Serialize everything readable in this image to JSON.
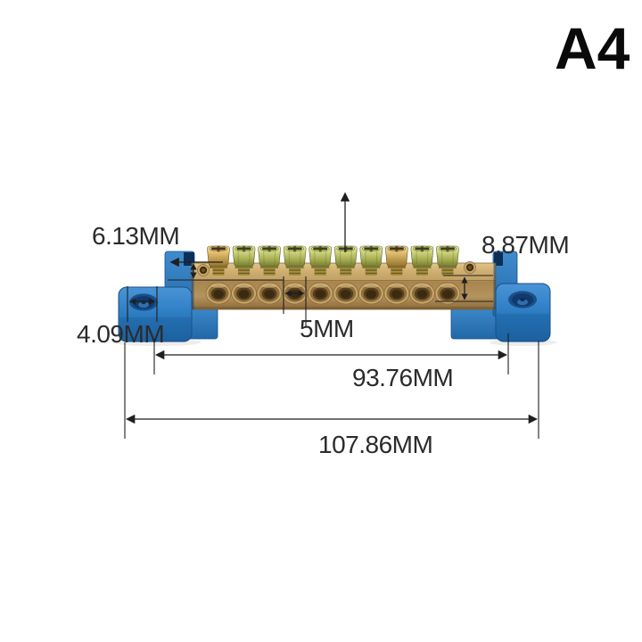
{
  "page": {
    "background": "#ffffff",
    "variant_label": "A4"
  },
  "product": {
    "description": "10-way brass screw terminal bus bar on two blue mounting feet",
    "screw_count": 10,
    "terminal_hole_count": 10,
    "gold_tinted_screws": [
      1,
      8
    ],
    "colors": {
      "mount_blue": "#2f7fc5",
      "mount_blue_light": "#4a94d6",
      "mount_blue_dark": "#1d66a6",
      "mount_blue_deep": "#123f6e",
      "brass_light": "#e2c488",
      "brass": "#c2a166",
      "brass_dark": "#8a6a3a",
      "screw_green": "#b9c167",
      "screw_gold": "#d2ae58",
      "dimension_line": "#1f1f1f",
      "label_text": "#2b2b2b"
    }
  },
  "dimensions": {
    "bar_top_height": "6.13MM",
    "bar_front_height": "8.87MM",
    "foot_hole_diameter": "4.09MM",
    "terminal_hole_diameter": "5MM",
    "mount_hole_span": "93.76MM",
    "overall_length": "107.86MM"
  }
}
